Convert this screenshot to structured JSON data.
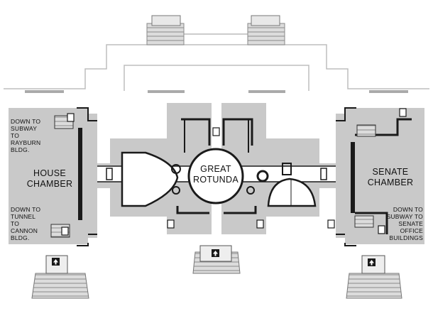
{
  "colors": {
    "floor": "#c9c9c9",
    "wall": "#1a1a1a",
    "paper": "#ffffff",
    "stair": "#d6d6d6",
    "stair_shadow": "#9a9a9a"
  },
  "labels": {
    "house_chamber": "HOUSE\nCHAMBER",
    "senate_chamber": "SENATE\nCHAMBER",
    "great_rotunda": "GREAT\nROTUNDA",
    "down_to_subway_rayburn": "DOWN TO\nSUBWAY\nTO\nRAYBURN\nBLDG.",
    "down_to_tunnel_cannon": "DOWN  TO\nTUNNEL\nTO\nCANNON\nBLDG.",
    "down_to_subway_senate": "DOWN TO\nSUBWAY TO\nSENATE\nOFFICE\nBUILDINGS"
  },
  "icons": {
    "up_arrow": "up-arrow-icon",
    "elevator": "elevator-icon",
    "stairs": "stairs-icon"
  }
}
